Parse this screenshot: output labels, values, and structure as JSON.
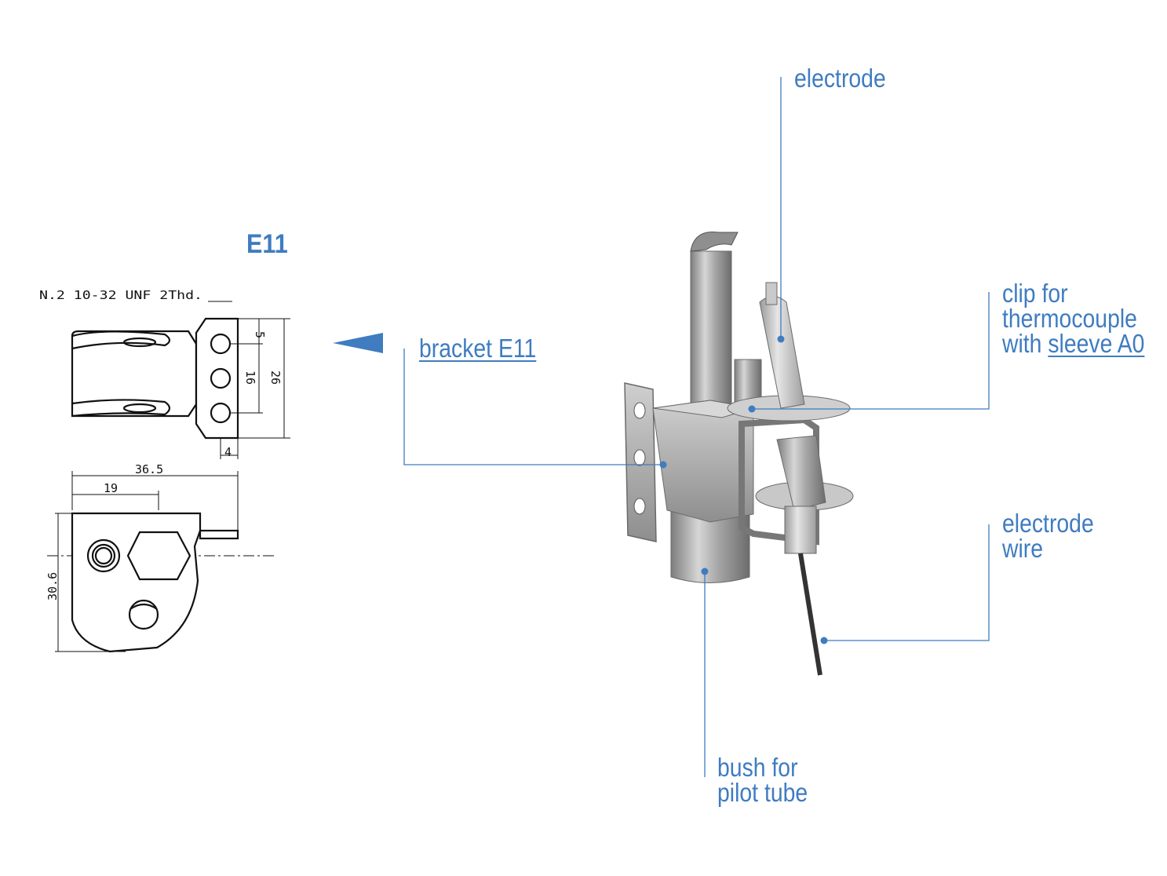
{
  "title": "E11",
  "drawing": {
    "thread_note": "N.2 10-32 UNF 2Thd.",
    "dims": {
      "d5": "5",
      "d16": "16",
      "d26": "26",
      "d4": "4",
      "d36_5": "36.5",
      "d19": "19",
      "d30_6": "30.6"
    }
  },
  "labels": {
    "electrode": "electrode",
    "clip_line1": "clip for",
    "clip_line2": "thermocouple",
    "clip_line3_prefix": "with ",
    "clip_link": "sleeve A0",
    "bracket_link": "bracket E11",
    "wire_line1": "electrode",
    "wire_line2": "wire",
    "bush_line1": "bush for",
    "bush_line2": "pilot tube"
  },
  "colors": {
    "accent": "#3f7cc0",
    "line": "#111111",
    "metal": "#b9b9b9"
  },
  "icons": {
    "pointer": "left-triangle-arrow"
  }
}
